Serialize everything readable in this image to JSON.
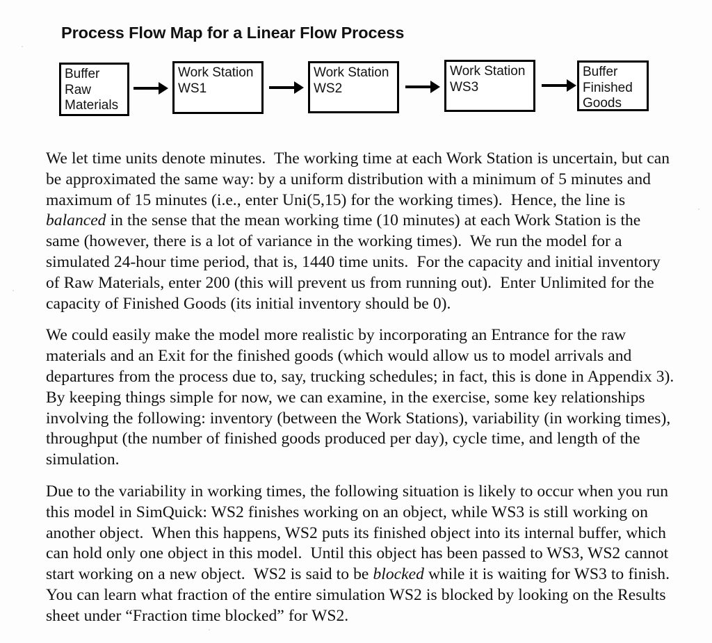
{
  "document": {
    "title": "Process Flow Map for a Linear Flow Process"
  },
  "diagram": {
    "type": "linear-process-flow",
    "boxes": [
      {
        "id": "buffer-raw-materials",
        "label": "Buffer\nRaw\nMaterials"
      },
      {
        "id": "work-station-ws1",
        "label": "Work Station\nWS1"
      },
      {
        "id": "work-station-ws2",
        "label": "Work Station\nWS2"
      },
      {
        "id": "work-station-ws3",
        "label": "Work Station\nWS3"
      },
      {
        "id": "buffer-finished-goods",
        "label": "Buffer\nFinished\nGoods"
      }
    ],
    "arrow_count": 4
  },
  "body": {
    "paragraphs": [
      {
        "id": "paragraph-1",
        "runs": [
          {
            "text": "We let time units denote minutes.  The working time at each Work Station is uncertain, but can be approximated the same way: by a uniform distribution with a minimum of 5 minutes and maximum of 15 minutes (i.e., enter Uni(5,15) for the working times).  Hence, the line is ",
            "style": "normal"
          },
          {
            "text": "balanced",
            "style": "italic"
          },
          {
            "text": " in the sense that the mean working time (10 minutes) at each Work Station is the same (however, there is a lot of variance in the working times).  We run the model for a simulated 24-hour time period, that is, 1440 time units.  For the capacity and initial inventory of Raw Materials, enter 200 (this will prevent us from running out).  Enter Unlimited for the capacity of Finished Goods (its initial inventory should be 0).",
            "style": "normal"
          }
        ]
      },
      {
        "id": "paragraph-2",
        "runs": [
          {
            "text": "We could easily make the model more realistic by incorporating an Entrance for the raw materials and an Exit for the finished goods (which would allow us to model arrivals and departures from the process due to, say, trucking schedules; in fact, this is done in Appendix 3).  By keeping things simple for now, we can examine, in the exercise, some key relationships involving the following: inventory (between the Work Stations), variability (in working times), throughput (the number of finished goods produced per day), cycle time, and length of the simulation.",
            "style": "normal"
          }
        ]
      },
      {
        "id": "paragraph-3",
        "runs": [
          {
            "text": "Due to the variability in working times, the following situation is likely to occur when you run this model in SimQuick: WS2 finishes working on an object, while WS3 is still working on another object.  When this happens, WS2 puts its finished object into its internal buffer, which can hold only one object in this model.  Until this object has been passed to WS3, WS2 cannot start working on a new object.  WS2 is said to be ",
            "style": "normal"
          },
          {
            "text": "blocked",
            "style": "italic"
          },
          {
            "text": " while it is waiting for WS3 to finish.  You can learn what fraction of the entire simulation WS2 is blocked by looking on the Results sheet under “Fraction time blocked” for WS2.",
            "style": "normal"
          }
        ]
      }
    ]
  },
  "colors": {
    "ink": "#111111",
    "page_background": "#fdfdfd",
    "box_border": "#000000"
  }
}
